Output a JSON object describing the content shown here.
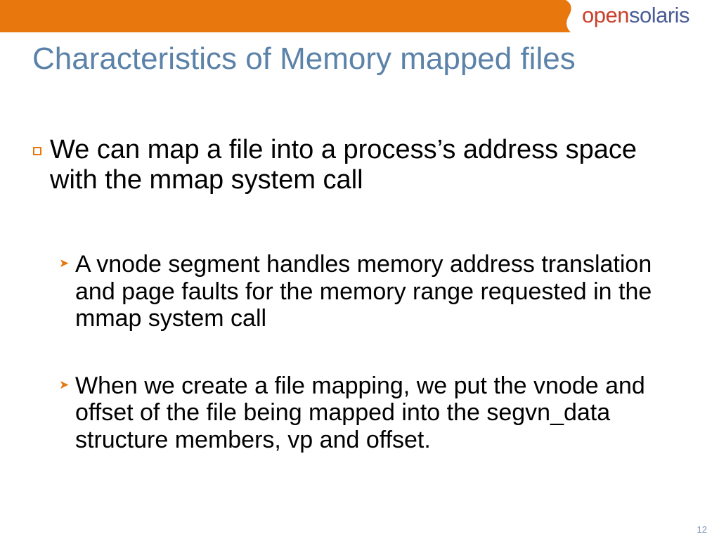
{
  "header": {
    "bar_color": "#e8770d",
    "logo_part1": "open",
    "logo_part2": "solaris",
    "logo_part1_color": "#c9412c",
    "logo_part2_color": "#4a5d96"
  },
  "slide": {
    "title": "Characteristics of Memory mapped files",
    "title_color": "#5b82a8",
    "bullets": [
      {
        "level": 1,
        "marker": "hollow-square",
        "marker_color": "#e8770d",
        "text": "We can map a file into a process’s address space with the mmap system call"
      },
      {
        "level": 2,
        "marker": "chevron",
        "marker_color": "#e8770d",
        "text": "A vnode segment handles memory address translation and page faults for the memory range requested in the mmap system call"
      },
      {
        "level": 2,
        "marker": "chevron",
        "marker_color": "#e8770d",
        "text": "When we create a file mapping, we put the vnode and offset of the file being mapped into the segvn_data structure members, vp and offset."
      }
    ],
    "page_number": "12"
  }
}
